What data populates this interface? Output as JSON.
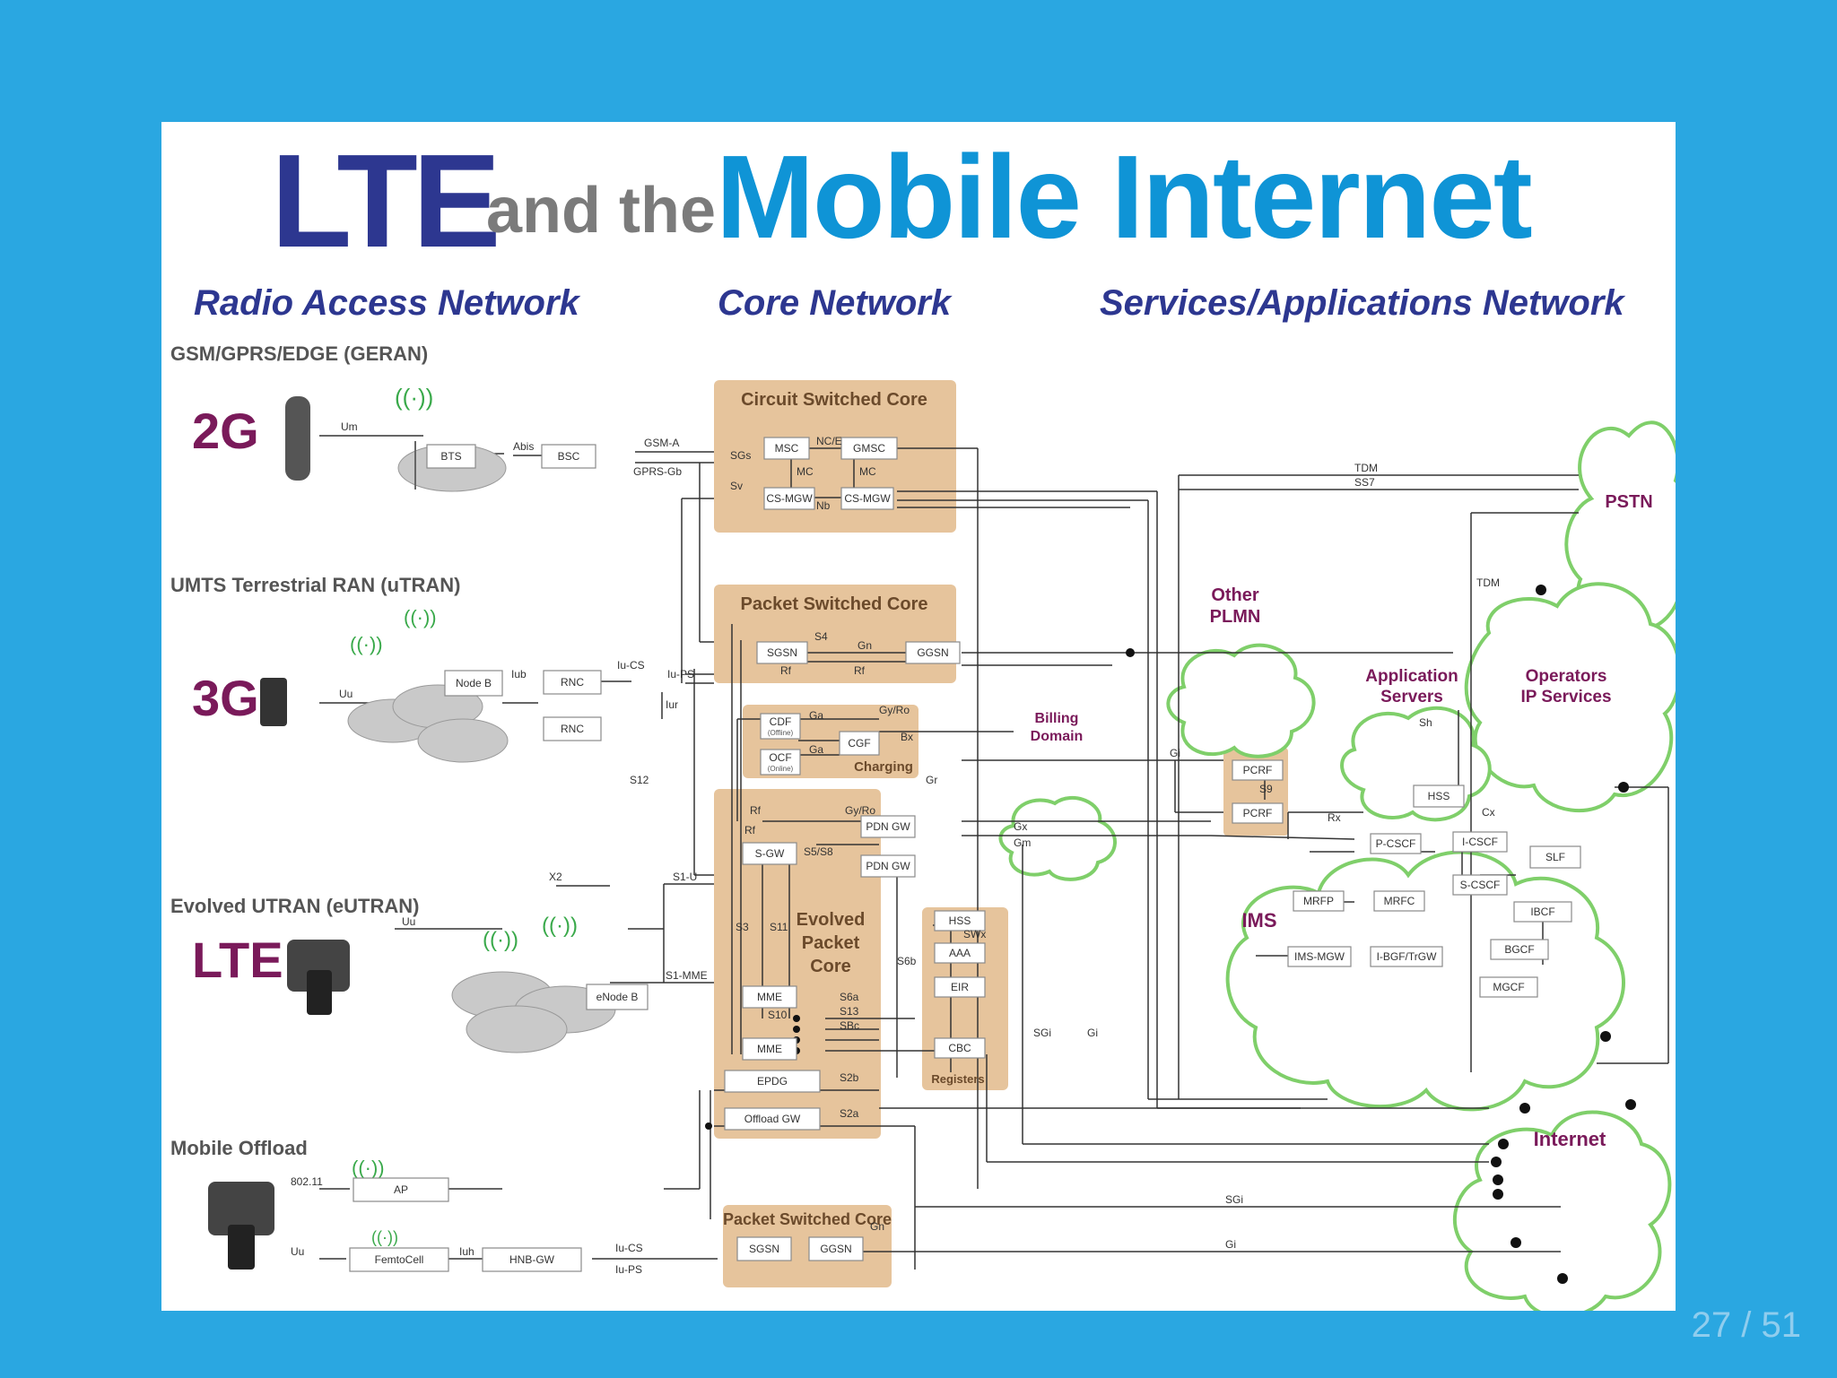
{
  "title": {
    "lte": "LTE",
    "and_the": "and the",
    "mobile_internet": "Mobile Internet"
  },
  "sections": {
    "radio": "Radio Access Network",
    "core": "Core Network",
    "services": "Services/Applications Network"
  },
  "rows": {
    "geran": "GSM/GPRS/EDGE (GERAN)",
    "utran": "UMTS Terrestrial RAN (uTRAN)",
    "eutran": "Evolved UTRAN (eUTRAN)",
    "offload": "Mobile Offload"
  },
  "generations": {
    "g2": "2G",
    "g3": "3G",
    "lte": "LTE"
  },
  "nodes": {
    "bts": "BTS",
    "bsc": "BSC",
    "nodeb": "Node B",
    "rnc1": "RNC",
    "rnc2": "RNC",
    "enodeb": "eNode B",
    "ap": "AP",
    "femtocell": "FemtoCell",
    "hnbgw": "HNB-GW",
    "msc": "MSC",
    "gmsc": "GMSC",
    "csmgw1": "CS-MGW",
    "csmgw2": "CS-MGW",
    "sgsn": "SGSN",
    "ggsn": "GGSN",
    "cdf": "CDF",
    "cdf_sub": "(Offline)",
    "ocf": "OCF",
    "ocf_sub": "(Online)",
    "cgf": "CGF",
    "pdngw1": "PDN GW",
    "pdngw2": "PDN GW",
    "sgw": "S-GW",
    "mme1": "MME",
    "mme2": "MME",
    "epdg": "EPDG",
    "offloadgw": "Offload GW",
    "hss_reg": "HSS",
    "aaa": "AAA",
    "eir": "EIR",
    "cbc": "CBC",
    "pcrf1": "PCRF",
    "pcrf2": "PCRF",
    "sgsn2": "SGSN",
    "ggsn2": "GGSN",
    "hss_ims": "HSS",
    "pcscf": "P-CSCF",
    "icscf": "I-CSCF",
    "scscf": "S-CSCF",
    "slf": "SLF",
    "mrfp": "MRFP",
    "mrfc": "MRFC",
    "ibcf": "IBCF",
    "bgcf": "BGCF",
    "mgcf": "MGCF",
    "imsmgw": "IMS-MGW",
    "ibgf": "I-BGF/TrGW"
  },
  "groups": {
    "cs_core": "Circuit Switched Core",
    "ps_core": "Packet Switched Core",
    "charging": "Charging",
    "epc": [
      "Evolved",
      "Packet",
      "Core"
    ],
    "registers": "Registers",
    "ps_core2": "Packet Switched Core"
  },
  "clouds": {
    "pstn": "PSTN",
    "other_plmn": [
      "Other",
      "PLMN"
    ],
    "billing": [
      "Billing",
      "Domain"
    ],
    "app_servers": [
      "Application",
      "Servers"
    ],
    "operators": [
      "Operators",
      "IP Services"
    ],
    "ims": "IMS",
    "internet": "Internet"
  },
  "interfaces": {
    "um": "Um",
    "abis": "Abis",
    "gsma": "GSM-A",
    "gprsgb": "GPRS-Gb",
    "ncie": "NC/E",
    "mc1": "MC",
    "mc2": "MC",
    "nb": "Nb",
    "sgs": "SGs",
    "sv": "Sv",
    "tdm1": "TDM",
    "ss7": "SS7",
    "tdm2": "TDM",
    "uu1": "Uu",
    "iub": "Iub",
    "iur": "Iur",
    "iucs": "Iu-CS",
    "iups": "Iu-PS",
    "s4": "S4",
    "gn": "Gn",
    "rf1": "Rf",
    "rf2": "Rf",
    "ga1": "Ga",
    "ga2": "Ga",
    "gyro1": "Gy/Ro",
    "bx": "Bx",
    "gyro2": "Gy/Ro",
    "rf3": "Rf",
    "rf4": "Rf",
    "s12": "S12",
    "gi1": "Gi",
    "s9": "S9",
    "gx": "Gx",
    "gm": "Gm",
    "rx": "Rx",
    "sh": "Sh",
    "cx": "Cx",
    "gr": "Gr",
    "s5s8": "S5/S8",
    "s3": "S3",
    "s11": "S11",
    "swx": "SWx",
    "s6b": "S6b",
    "s1u": "S1-U",
    "x2": "X2",
    "uu2": "Uu",
    "s1mme": "S1-MME",
    "s6a": "S6a",
    "s10": "S10",
    "s13": "S13",
    "sbc": "SBc",
    "s2b": "S2b",
    "s2a": "S2a",
    "sgi1": "SGi",
    "gi2": "Gi",
    "w80211": "802.11",
    "uu3": "Uu",
    "iuh": "Iuh",
    "iucs2": "Iu-CS",
    "iups2": "Iu-PS",
    "gn2": "Gn",
    "sgi2": "SGi",
    "gi3": "Gi"
  },
  "page_number": "27 / 51"
}
